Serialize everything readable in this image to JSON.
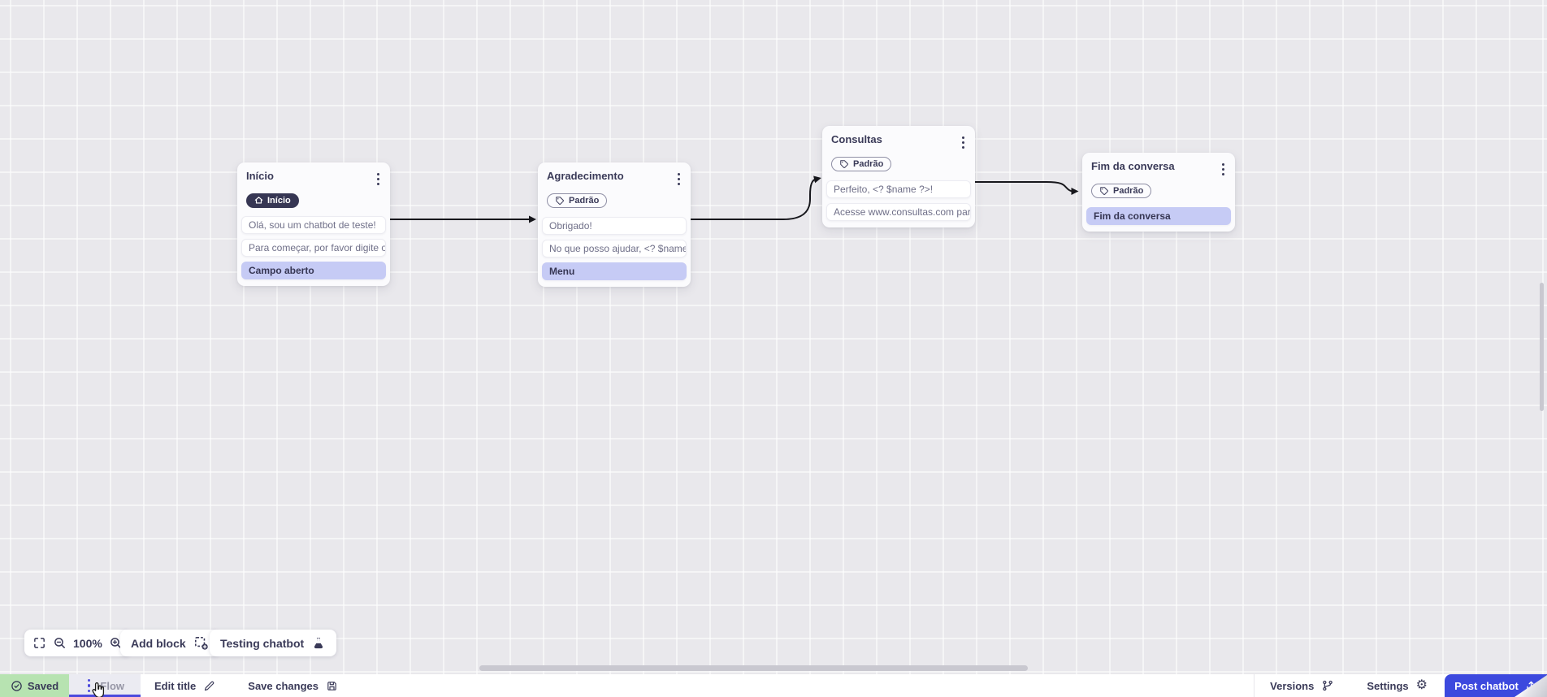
{
  "canvas": {
    "nodes": [
      {
        "title": "Início",
        "badge": {
          "label": "Início",
          "icon": "home-icon",
          "style": "dark"
        },
        "rows": [
          {
            "type": "message",
            "text": "Olá, sou um chatbot de teste!"
          },
          {
            "type": "message",
            "text": "Para começar, por favor digite o ..."
          },
          {
            "type": "input",
            "text": "Campo aberto"
          }
        ]
      },
      {
        "title": "Agradecimento",
        "badge": {
          "label": "Padrão",
          "icon": "tag-icon",
          "style": "outline"
        },
        "rows": [
          {
            "type": "message",
            "text": "Obrigado!"
          },
          {
            "type": "message",
            "text": "No que posso ajudar, <? $name ..."
          },
          {
            "type": "input",
            "text": "Menu"
          }
        ]
      },
      {
        "title": "Consultas",
        "badge": {
          "label": "Padrão",
          "icon": "tag-icon",
          "style": "outline"
        },
        "rows": [
          {
            "type": "message",
            "text": "Perfeito, <? $name ?>!"
          },
          {
            "type": "message",
            "text": "Acesse www.consultas.com par..."
          }
        ]
      },
      {
        "title": "Fim da conversa",
        "badge": {
          "label": "Padrão",
          "icon": "tag-icon",
          "style": "outline"
        },
        "rows": [
          {
            "type": "input",
            "text": "Fim da conversa"
          }
        ]
      }
    ]
  },
  "toolbar": {
    "zoom_level": "100%",
    "add_block_label": "Add block",
    "testing_chatbot_label": "Testing chatbot"
  },
  "bottom_bar": {
    "saved_label": "Saved",
    "flow_tab_label": "Flow",
    "edit_title_label": "Edit title",
    "save_changes_label": "Save changes",
    "versions_label": "Versions",
    "settings_label": "Settings",
    "settings_icon_glyph": "⚙",
    "post_chatbot_label": "Post chatbot"
  },
  "colors": {
    "canvas_bg": "#e9e8ec",
    "accent_indigo": "#4b49dd",
    "post_button_blue": "#3c49de",
    "node_purple_row": "#c6cbf5",
    "badge_dark_navy": "#363653",
    "saved_green": "#b7e3b1",
    "arrow_black": "#17171c"
  }
}
